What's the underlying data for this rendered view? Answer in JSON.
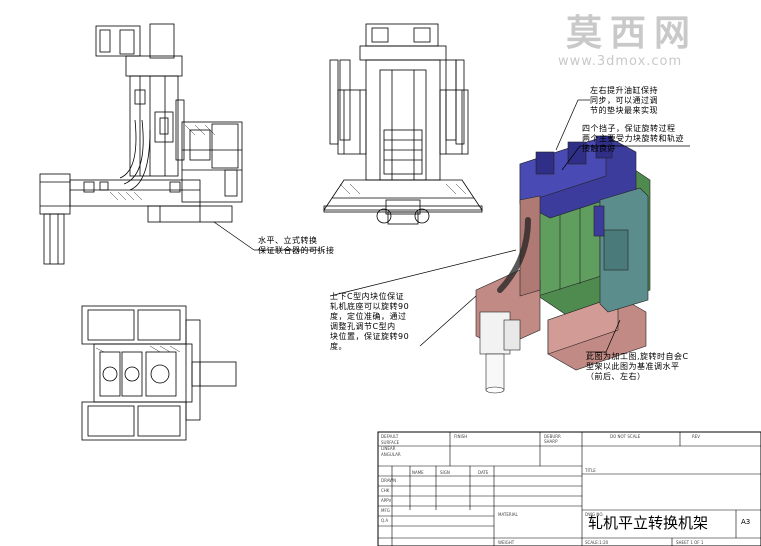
{
  "watermark": {
    "brand_cn": "莫西网",
    "brand_url": "www.3dmox.com"
  },
  "annotations": {
    "top_right_1": "左右提升油缸保持\n同步，可以通过调\n节的垫块最来实现",
    "top_right_2": "四个挡子，保证旋转过程\n两个主要受力块旋转和轨迹\n接触良好",
    "left_center": "水平、立式转换\n保证联合器的可拆接",
    "center": "上下C型内块位保证\n轧机底座可以旋转90\n度，定位准确，通过\n调整孔调节C型内\n块位置，保证旋转90\n度。",
    "bottom_right": "此图为加工图,旋转时自会C\n型架以此图为基准调水平\n（前后、左右）"
  },
  "title_block": {
    "drawing_title": "轧机平立转换机架",
    "sheet_size": "A3"
  },
  "colors": {
    "line": "#000000",
    "machine_blue": "#3c3c9c",
    "machine_green": "#4f8a4f",
    "machine_red": "#c28a84",
    "machine_teal": "#5b8d8d"
  }
}
